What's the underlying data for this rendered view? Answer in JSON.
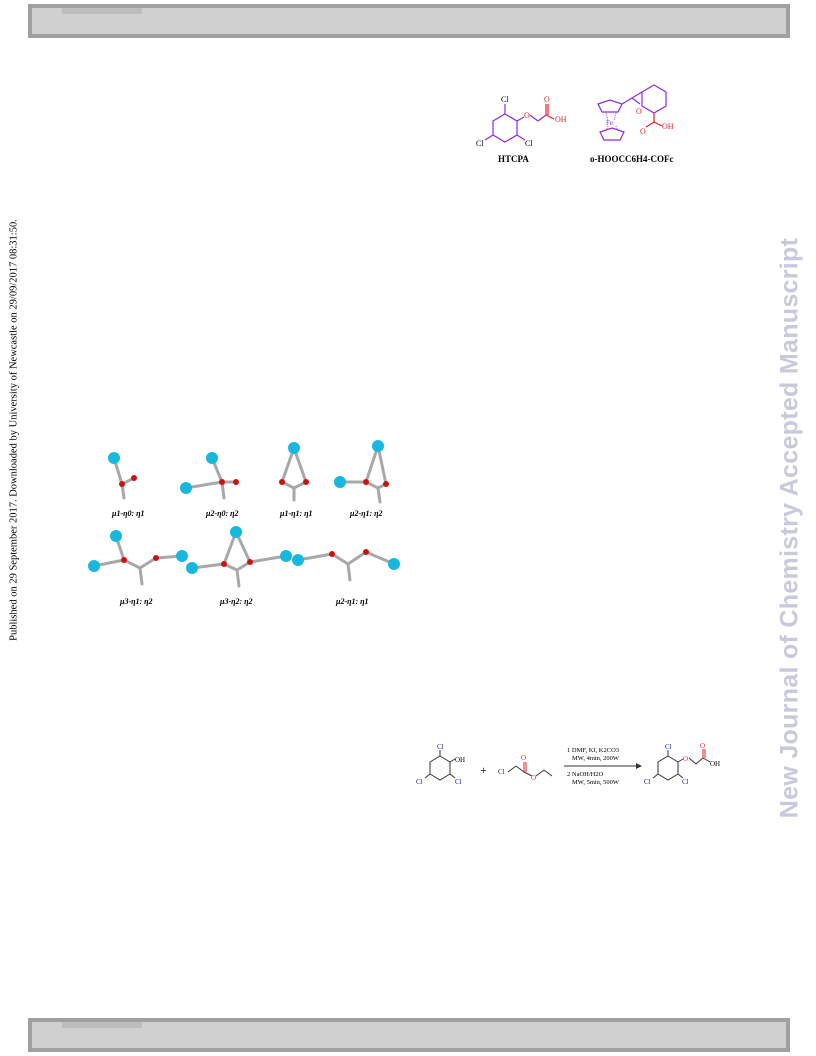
{
  "header_bar": {},
  "footer_bar": {},
  "side_text": {
    "published": "Published on 29 September 2017. Downloaded by University of Newcastle on 29/09/2017 08:31:50.",
    "journal_watermark": "New Journal of Chemistry Accepted Manuscript"
  },
  "ligands": {
    "left_name": "HTCPA",
    "right_name": "o-HOOCC6H4-COFc",
    "atoms": {
      "cl": "Cl",
      "o": "O",
      "oh": "OH",
      "fe": "Fe"
    },
    "colors": {
      "purple": "#8b2be2",
      "red": "#e0202a"
    }
  },
  "coordination_modes": {
    "labels": [
      "μ1-η0: η1",
      "μ2-η0: η2",
      "μ1-η1: η1",
      "μ2-η1: η2",
      "μ3-η1: η2",
      "μ3-η2: η2",
      "μ2-η1: η1"
    ],
    "colors": {
      "metal": "#18b8de",
      "oxygen": "#cc1111",
      "bond": "#a8a8a8"
    }
  },
  "reaction_scheme": {
    "plus": "+",
    "conditions_1": "1 DMF, KI, K2CO3",
    "conditions_1b": "MW, 4min, 200W",
    "conditions_2": "2 NaOH/H2O",
    "conditions_2b": "MW, 5min, 500W",
    "atoms": {
      "cl": "Cl",
      "oh": "OH",
      "o": "O"
    },
    "colors": {
      "cl": "#1a1ab0",
      "o": "#e0202a"
    }
  }
}
